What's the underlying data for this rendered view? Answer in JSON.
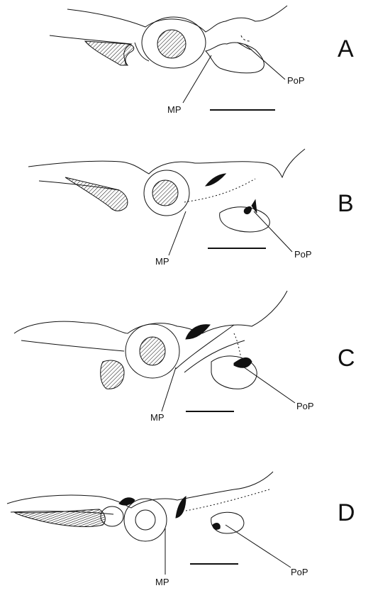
{
  "panels": [
    {
      "letter": "A",
      "labels": {
        "mp": "MP",
        "pop": "PoP"
      }
    },
    {
      "letter": "B",
      "labels": {
        "mp": "MP",
        "pop": "PoP"
      }
    },
    {
      "letter": "C",
      "labels": {
        "mp": "MP",
        "pop": "PoP"
      }
    },
    {
      "letter": "D",
      "labels": {
        "mp": "MP",
        "pop": "PoP"
      }
    }
  ],
  "colors": {
    "ink": "#111111",
    "background": "#ffffff"
  }
}
